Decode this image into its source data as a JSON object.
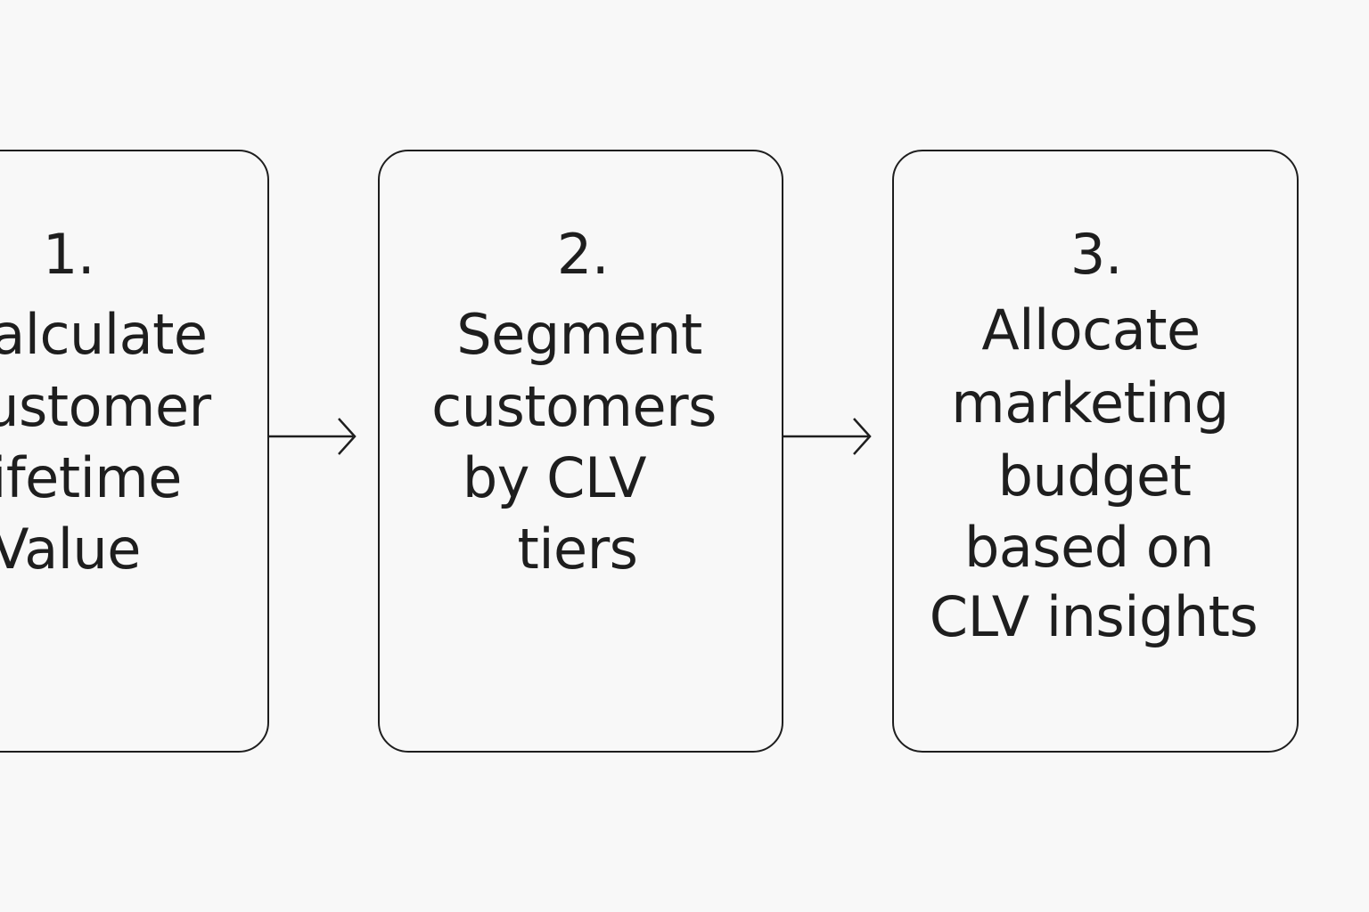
{
  "steps": [
    {
      "number": "1.",
      "lines": [
        "Calculate",
        "Customer",
        "Lifetime",
        "Value"
      ]
    },
    {
      "number": "2.",
      "lines": [
        "Segment",
        "customers",
        "by CLV",
        "tiers"
      ]
    },
    {
      "number": "3.",
      "lines": [
        "Allocate",
        "marketing",
        "budget",
        "based on",
        "CLV insights"
      ]
    }
  ],
  "colors": {
    "background": "#f8f8f8",
    "stroke": "#1e1e1e",
    "text": "#1e1e1e"
  },
  "icons": [
    "arrow-right-icon",
    "arrow-right-icon"
  ]
}
